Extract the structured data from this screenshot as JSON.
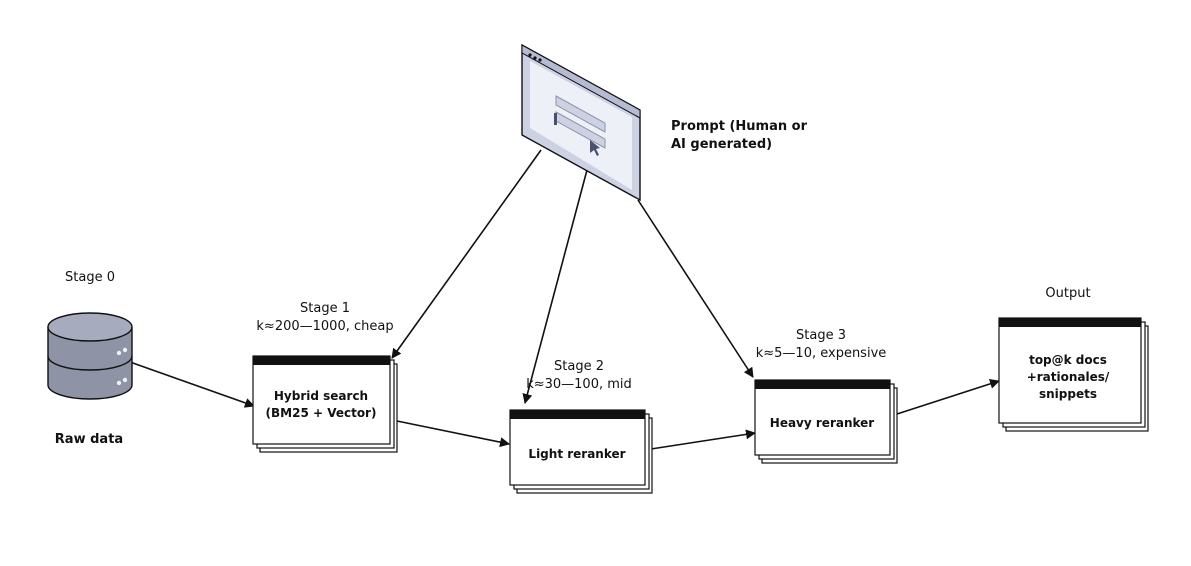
{
  "colors": {
    "stroke": "#111111",
    "cylinder_fill": "#8e93a6",
    "cylinder_dark": "#6e7387",
    "screen_fill": "#ccd1e4",
    "screen_inner": "#eef0f8"
  },
  "icons": {
    "database": "database-icon",
    "prompt": "browser-window-icon"
  },
  "stage0": {
    "label": "Stage 0",
    "caption": "Raw data"
  },
  "prompt": {
    "line1": "Prompt (Human or",
    "line2": "AI generated)"
  },
  "stage1": {
    "label": "Stage 1",
    "detail": "k≈200—1000, cheap",
    "box_line1": "Hybrid search",
    "box_line2": "(BM25 + Vector)"
  },
  "stage2": {
    "label": "Stage 2",
    "detail": "k≈30—100, mid",
    "box_line1": "Light reranker"
  },
  "stage3": {
    "label": "Stage 3",
    "detail": "k≈5—10, expensive",
    "box_line1": "Heavy reranker"
  },
  "output": {
    "label": "Output",
    "box_line1": "top@k docs",
    "box_line2": "+rationales/",
    "box_line3": "snippets"
  }
}
